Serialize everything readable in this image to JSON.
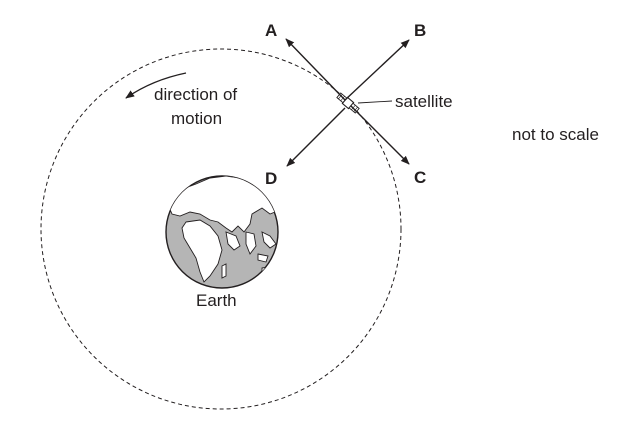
{
  "labels": {
    "arrow_a": "A",
    "arrow_b": "B",
    "arrow_c": "C",
    "arrow_d": "D",
    "satellite": "satellite",
    "direction_line1": "direction of",
    "direction_line2": "motion",
    "earth": "Earth",
    "scale_note": "not to scale"
  },
  "colors": {
    "ink": "#231f20",
    "land": "#ffffff",
    "ocean": "#b5b5b5"
  },
  "icons": {
    "satellite": "satellite-icon",
    "earth": "earth-globe-icon"
  }
}
